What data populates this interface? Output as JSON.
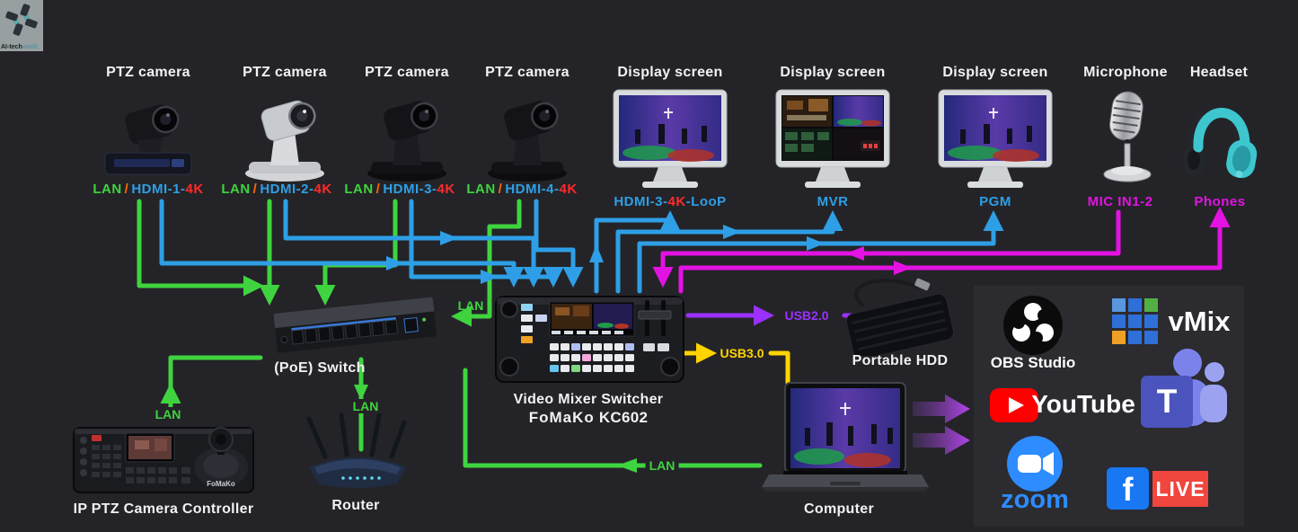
{
  "branding": {
    "name": "AI-tech",
    "suffix": "world"
  },
  "devices": {
    "cameras": [
      {
        "title": "PTZ camera",
        "lan": "LAN",
        "sep": "/",
        "hdmi": "HDMI-1-",
        "res": "4K"
      },
      {
        "title": "PTZ camera",
        "lan": "LAN",
        "sep": "/",
        "hdmi": "HDMI-2-",
        "res": "4K"
      },
      {
        "title": "PTZ camera",
        "lan": "LAN",
        "sep": "/",
        "hdmi": "HDMI-3-",
        "res": "4K"
      },
      {
        "title": "PTZ camera",
        "lan": "LAN",
        "sep": "/",
        "hdmi": "HDMI-4-",
        "res": "4K"
      }
    ],
    "displays": [
      {
        "title": "Display screen",
        "label_pre": "HDMI-3-",
        "label_res": "4K",
        "label_post": "-LooP"
      },
      {
        "title": "Display screen",
        "label": "MVR"
      },
      {
        "title": "Display screen",
        "label": "PGM"
      }
    ],
    "microphone": {
      "title": "Microphone",
      "label": "MIC IN1-2"
    },
    "headset": {
      "title": "Headset",
      "label": "Phones"
    },
    "poe_switch": {
      "label": "(PoE) Switch"
    },
    "mixer": {
      "title": "Video Mixer Switcher",
      "brand": "FoMaKo",
      "model": "KC602"
    },
    "hdd": {
      "label": "Portable HDD"
    },
    "computer": {
      "label": "Computer"
    },
    "controller": {
      "label": "IP PTZ Camera Controller",
      "brand": "FoMaKo"
    },
    "router": {
      "label": "Router"
    }
  },
  "connections": {
    "mixer_switch_lan": "LAN",
    "controller_lan": "LAN",
    "router_lan": "LAN",
    "computer_lan": "LAN",
    "usb2": "USB2.0",
    "usb3": "USB3.0"
  },
  "software": {
    "obs": {
      "name": "OBS Studio"
    },
    "vmix": {
      "name": "vMix"
    },
    "youtube": {
      "name": "YouTube"
    },
    "teams": {
      "initial": "T"
    },
    "zoom": {
      "name": "zoom"
    },
    "facebook": {
      "initial": "f",
      "badge": "LIVE"
    }
  },
  "colors": {
    "lan": "#3fd43f",
    "hdmi": "#2e9fe6",
    "audio": "#e312e3",
    "usb2": "#9b30ff",
    "usb3": "#ffd400",
    "res_4k": "#ff2a2a",
    "separator": "#ff6a00"
  }
}
